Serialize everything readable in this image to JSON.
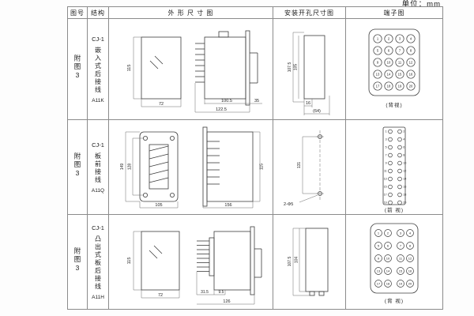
{
  "page": {
    "unit_label": "单位：mm"
  },
  "table": {
    "headers": [
      "图号",
      "结构",
      "外 形 尺 寸 图",
      "安装开孔尺寸图",
      "端子图"
    ],
    "terminals": {
      "numbers": [
        "1",
        "2",
        "3",
        "4",
        "5",
        "6",
        "7",
        "8",
        "9",
        "10",
        "11",
        "12",
        "13",
        "14",
        "15",
        "16",
        "17",
        "18",
        "19",
        "20"
      ]
    },
    "rows": [
      {
        "fig_no": "附图3",
        "model": "CJ-1",
        "structure": "嵌入式后接线",
        "code": "A11K",
        "outline": {
          "height": "115",
          "width": "72",
          "depth": "100.5",
          "depth_total": "122.5",
          "rear": "35"
        },
        "holes": {
          "v_outer": "107.5",
          "v_inner": "105",
          "w_small": "16",
          "w_ref": "(64)"
        },
        "terminal_view": "(背视)"
      },
      {
        "fig_no": "附图3",
        "model": "CJ-1",
        "structure": "板前接线",
        "code": "A11Q",
        "outline": {
          "height": "149",
          "hole_span": "128",
          "width": "105",
          "depth": "156",
          "side_height": "115"
        },
        "holes": {
          "v_span": "131",
          "hole_note": "2-Φ5"
        },
        "terminal_view": "(前 视)"
      },
      {
        "fig_no": "附图3",
        "model": "CJ-1",
        "structure": "凸出式板后接线",
        "code": "A11H",
        "outline": {
          "height": "115",
          "width": "72",
          "pin_len": "31.5",
          "offset": "9.5",
          "depth_total": "126"
        },
        "holes": {
          "v_outer": "107.5",
          "v_inner": "104"
        },
        "terminal_view": "(背 视)"
      }
    ]
  }
}
